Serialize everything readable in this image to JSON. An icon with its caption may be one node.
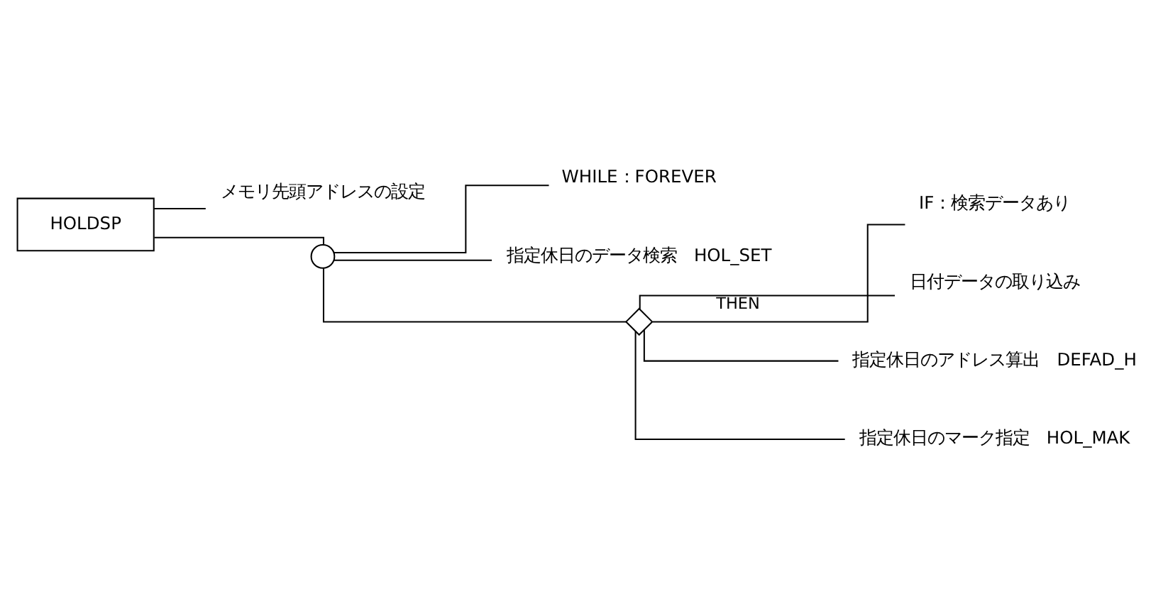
{
  "diagram": {
    "nodes": [
      {
        "text": [
          "HOLDSP"
        ]
      },
      {
        "text": [
          "メモリ先頭アドレスの設定"
        ]
      },
      {
        "text": [],
        "shape": "circle"
      },
      {
        "text": [
          "WHILE：FOREVER"
        ]
      },
      {
        "text": [
          "指定休日のデータ検索　HOL_SET"
        ]
      },
      {
        "text": [],
        "shape": "diamond"
      },
      {
        "text": [
          "IF：検索データあり"
        ]
      },
      {
        "text": [
          "日付データの取り込み"
        ]
      },
      {
        "text": [
          "指定休日のアドレス算出　DEFAD_H"
        ]
      },
      {
        "text": [
          "指定休日のマーク指定　HOL_MAK"
        ]
      }
    ],
    "edges": [
      {
        "from": 0,
        "to": 1,
        "arrow": "none"
      },
      {
        "from": 0,
        "to": 2,
        "arrow": "none"
      },
      {
        "from": 2,
        "to": 3,
        "arrow": "none"
      },
      {
        "from": 2,
        "to": 4,
        "arrow": "none"
      },
      {
        "from": 2,
        "to": 5,
        "arrow": "none"
      },
      {
        "from": 5,
        "to": 6,
        "arrow": "none"
      },
      {
        "from": 5,
        "to": 7,
        "arrow": "none",
        "label": "THEN"
      },
      {
        "from": 5,
        "to": 8,
        "arrow": "none"
      },
      {
        "from": 5,
        "to": 9,
        "arrow": "none"
      }
    ]
  }
}
